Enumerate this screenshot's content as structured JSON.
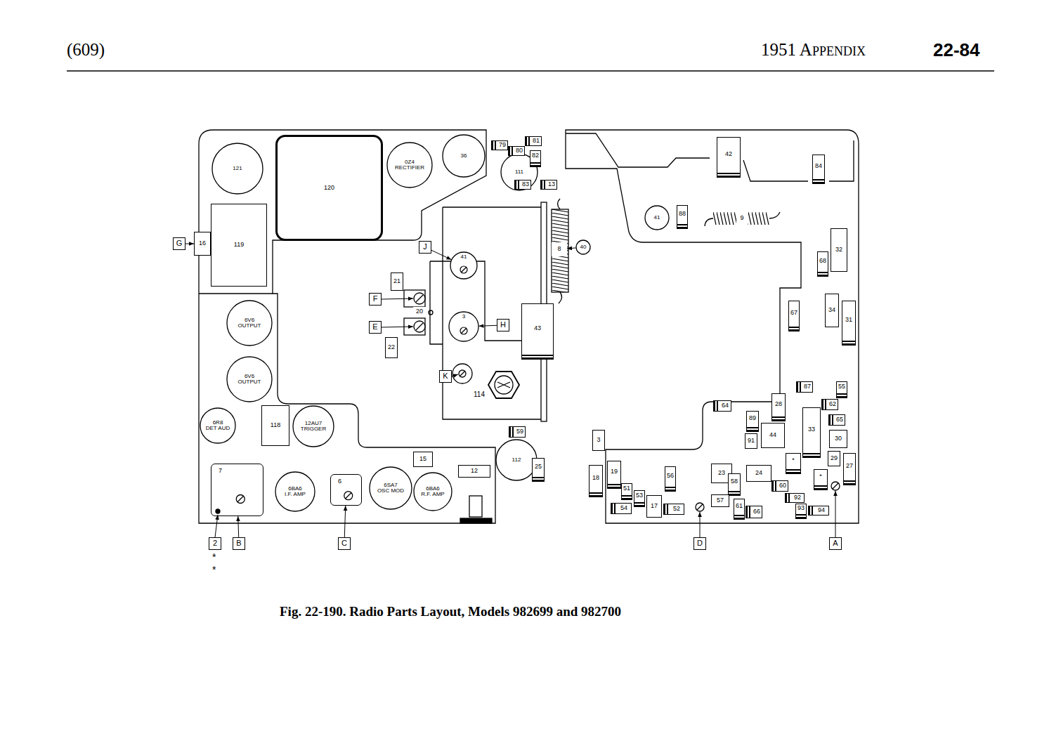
{
  "diagram": {
    "caption": "Fig. 22-190. Radio Parts Layout, Models 982699 and 982700",
    "nodes": [
      {
        "text": [
          "121"
        ]
      },
      {
        "text": [
          "120"
        ]
      },
      {
        "text": [
          "0Z4",
          "RECTIFIER"
        ]
      },
      {
        "text": [
          "36"
        ]
      },
      {
        "text": [
          "111"
        ]
      },
      {
        "text": [
          "79"
        ]
      },
      {
        "text": [
          "80"
        ]
      },
      {
        "text": [
          "81"
        ]
      },
      {
        "text": [
          "82"
        ]
      },
      {
        "text": [
          "83"
        ]
      },
      {
        "text": [
          "13"
        ]
      },
      {
        "text": [
          "119"
        ]
      },
      {
        "text": [
          "16"
        ]
      },
      {
        "text": [
          "G"
        ]
      },
      {
        "text": [
          "6V6",
          "OUTPUT"
        ]
      },
      {
        "text": [
          "6V6",
          "OUTPUT"
        ]
      },
      {
        "text": [
          "6R8",
          "DET AUD"
        ]
      },
      {
        "text": [
          "118"
        ]
      },
      {
        "text": [
          "12AU7",
          "TRIGGER"
        ]
      },
      {
        "text": [
          "7"
        ]
      },
      {
        "text": [
          "6BA6",
          "I.F. AMP"
        ]
      },
      {
        "text": [
          "6"
        ]
      },
      {
        "text": [
          "6SA7",
          "OSC MOD"
        ]
      },
      {
        "text": [
          "6BA6",
          "R.F. AMP"
        ]
      },
      {
        "text": [
          "15"
        ]
      },
      {
        "text": [
          "12"
        ]
      },
      {
        "text": [
          "2"
        ]
      },
      {
        "text": [
          "B"
        ]
      },
      {
        "text": [
          "C"
        ]
      },
      {
        "text": [
          "41"
        ]
      },
      {
        "text": [
          "J"
        ]
      },
      {
        "text": [
          "8"
        ]
      },
      {
        "text": [
          "40"
        ]
      },
      {
        "text": [
          "21"
        ]
      },
      {
        "text": [
          "F"
        ]
      },
      {
        "text": [
          "20"
        ]
      },
      {
        "text": [
          "22"
        ]
      },
      {
        "text": [
          "E"
        ]
      },
      {
        "text": [
          "3"
        ]
      },
      {
        "text": [
          "H"
        ]
      },
      {
        "text": [
          "43"
        ]
      },
      {
        "text": [
          "K"
        ]
      },
      {
        "text": [
          "112"
        ]
      },
      {
        "text": [
          "59"
        ]
      },
      {
        "text": [
          "25"
        ]
      },
      {
        "text": [
          "42"
        ]
      },
      {
        "text": [
          "84"
        ]
      },
      {
        "text": [
          "41"
        ]
      },
      {
        "text": [
          "88"
        ]
      },
      {
        "text": [
          "9"
        ]
      },
      {
        "text": [
          "32"
        ]
      },
      {
        "text": [
          "68"
        ]
      },
      {
        "text": [
          "67"
        ]
      },
      {
        "text": [
          "34"
        ]
      },
      {
        "text": [
          "31"
        ]
      },
      {
        "text": [
          "87"
        ]
      },
      {
        "text": [
          "55"
        ]
      },
      {
        "text": [
          "62"
        ]
      },
      {
        "text": [
          "64"
        ]
      },
      {
        "text": [
          "89"
        ]
      },
      {
        "text": [
          "28"
        ]
      },
      {
        "text": [
          "65"
        ]
      },
      {
        "text": [
          "44"
        ]
      },
      {
        "text": [
          "91"
        ]
      },
      {
        "text": [
          "33"
        ]
      },
      {
        "text": [
          "30"
        ]
      },
      {
        "text": [
          "*"
        ]
      },
      {
        "text": [
          "29"
        ]
      },
      {
        "text": [
          "27"
        ]
      },
      {
        "text": [
          "*"
        ]
      },
      {
        "text": [
          "3"
        ]
      },
      {
        "text": [
          "18"
        ]
      },
      {
        "text": [
          "19"
        ]
      },
      {
        "text": [
          "51"
        ]
      },
      {
        "text": [
          "53"
        ]
      },
      {
        "text": [
          "54"
        ]
      },
      {
        "text": [
          "17"
        ]
      },
      {
        "text": [
          "52"
        ]
      },
      {
        "text": [
          "56"
        ]
      },
      {
        "text": [
          "23"
        ]
      },
      {
        "text": [
          "58"
        ]
      },
      {
        "text": [
          "57"
        ]
      },
      {
        "text": [
          "61"
        ]
      },
      {
        "text": [
          "66"
        ]
      },
      {
        "text": [
          "24"
        ]
      },
      {
        "text": [
          "60"
        ]
      },
      {
        "text": [
          "92"
        ]
      },
      {
        "text": [
          "93"
        ]
      },
      {
        "text": [
          "94"
        ]
      },
      {
        "text": [
          "D"
        ]
      },
      {
        "text": [
          "A"
        ]
      }
    ],
    "edges": [
      {
        "from": 13,
        "to": 12,
        "arrow": "to"
      },
      {
        "from": 27,
        "to": 19,
        "arrow": "to"
      },
      {
        "from": 28,
        "to": 21,
        "arrow": "to"
      },
      {
        "from": 30,
        "to": 29,
        "arrow": "to"
      },
      {
        "from": 39,
        "to": 38,
        "arrow": "to"
      },
      {
        "from": 32,
        "to": 31,
        "arrow": "to"
      }
    ],
    "labels": [
      "(609)",
      "1951 Appendix",
      "22-84",
      "114",
      "*",
      "*"
    ]
  }
}
